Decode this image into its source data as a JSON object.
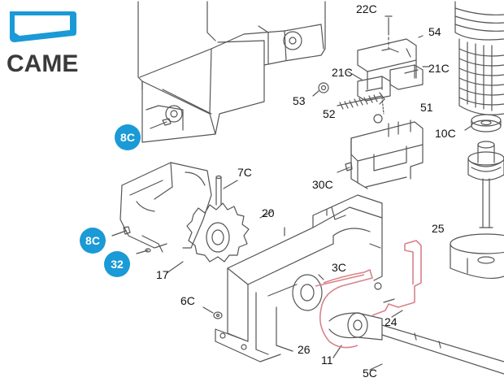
{
  "brand": {
    "name": "CAME",
    "logo_color": "#1a9ad6",
    "text_color": "#3a3a3a"
  },
  "colors": {
    "line": "#555555",
    "badge": "#1a9ad6",
    "highlight": "#d9828a"
  },
  "labels": {
    "p22c": "22C",
    "p54": "54",
    "p21c_a": "21C",
    "p21c_b": "21C",
    "p53": "53",
    "p52": "52",
    "p51": "51",
    "p10c": "10C",
    "p7c": "7C",
    "p30c": "30C",
    "p20": "20",
    "p25": "25",
    "p3c": "3C",
    "p17": "17",
    "p6c": "6C",
    "p24": "24",
    "p26": "26",
    "p11": "11",
    "p5c": "5C"
  },
  "badges": {
    "b8c_top": "8C",
    "b8c_left": "8C",
    "b32": "32"
  }
}
